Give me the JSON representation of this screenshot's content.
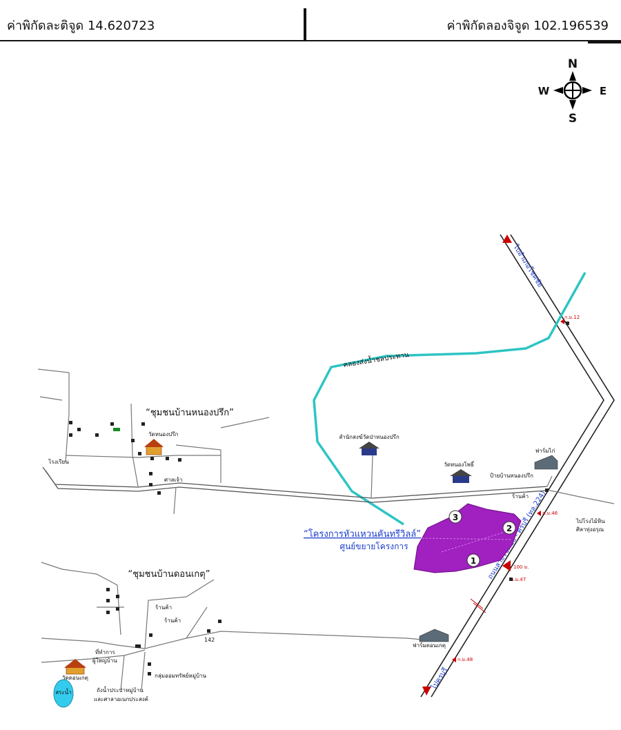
{
  "header": {
    "latitude": "ค่าพิกัดละติจูด 14.620723",
    "longitude": "ค่าพิกัดลองจิจูด 102.196539"
  },
  "compass": {
    "n": "N",
    "s": "S",
    "e": "E",
    "w": "W"
  },
  "map": {
    "project_name": "“โครงการหัวแหวนคันทรีวิลล์”",
    "project_sub": "ศูนย์ขยายโครงการ",
    "community_1": "“ชุมชนบ้านหนองปรึก”",
    "community_2": "“ชุมชนบ้านดอนเกตุ”",
    "canal": "คลองส่งน้ำชลประทาน",
    "road_label": "ถนนสายโชคชัย - ครบุรี (ทล.224)",
    "to_north": "ไปอำเภอโชคชัย",
    "to_south": "ไปครบุรี",
    "office": "สำนักสงฆ์วัดป่าหนองปรึก",
    "wat_nong_pho": "วัดหนองโพธิ์",
    "farm_top": "ฟาร์มไก่",
    "sign_village": "ป้ายบ้านหนองปรึก",
    "shop_1": "ร้านค้า",
    "shop_2": "ร้านค้า",
    "shop_3": "ร้านค้า",
    "right_side": "ไปโรงไม้หิน",
    "right_side_2": "ศิลาทุ่งอรุณ",
    "wat_nong_pruek": "วัดหนองปรึก",
    "school": "โรงเรียน",
    "sala": "ศาลเจ้า",
    "num_142": "142",
    "km_12": "ก.ม.12",
    "km_46": "ก.ม.46",
    "km_47": "ก.ม.47",
    "km_48": "ก.ม.48",
    "dist_100": "100 ม.",
    "wat_don_ket": "วัดดอนเกตุ",
    "pond": "สระน้ำ",
    "village_head_1": "ที่ทำการ",
    "village_head_2": "ผู้ใหญ่บ้าน",
    "savings": "กลุ่มออมทรัพย์หมู่บ้าน",
    "water_tank_1": "ถังน้ำประปาหมู่บ้าน",
    "water_tank_2": "และศาลาอเนกประสงค์",
    "farm_bottom": "ฟาร์มดอนเกตุ",
    "plot_1": "1",
    "plot_2": "2",
    "plot_3": "3"
  },
  "colors": {
    "plot": "#a020c0",
    "canal": "#2ec4c4",
    "road": "#222222",
    "link": "#1a3dcc",
    "km_marker": "#cc0000",
    "pond": "#33ccee"
  },
  "icons": [
    "compass-rose-icon",
    "temple-icon",
    "building-icon",
    "house-marker-icon",
    "km-post-icon"
  ]
}
